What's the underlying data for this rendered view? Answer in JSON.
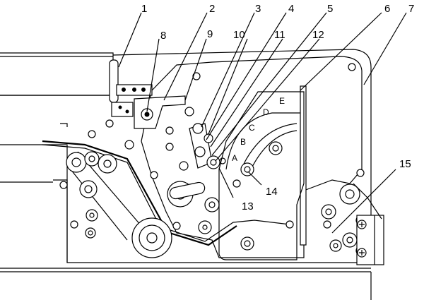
{
  "callouts": [
    "1",
    "2",
    "3",
    "4",
    "5",
    "6",
    "7",
    "8",
    "9",
    "10",
    "11",
    "12",
    "13",
    "14",
    "15"
  ],
  "zone_letters": [
    "A",
    "B",
    "C",
    "D",
    "E"
  ]
}
